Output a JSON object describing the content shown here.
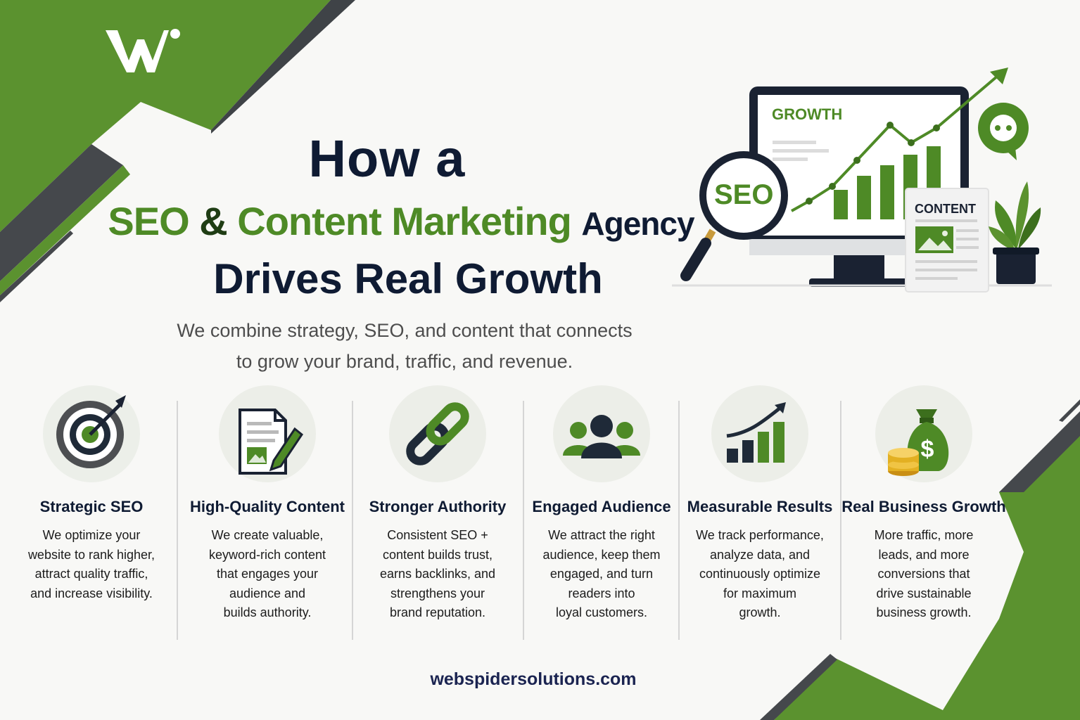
{
  "brand": {
    "logo_mark": "W"
  },
  "headline": {
    "line1": "How a",
    "line2_seo": "SEO",
    "line2_amp": "&",
    "line2_content": "Content Marketing",
    "line2_agency": "Agency",
    "line3": "Drives Real Growth"
  },
  "subtitle": {
    "line1": "We combine strategy, SEO, and content that connects",
    "line2": "to grow your brand, traffic, and revenue."
  },
  "illustration": {
    "screen_title": "GROWTH",
    "magnifier_label": "SEO",
    "document_label": "CONTENT"
  },
  "features": [
    {
      "icon": "target-icon",
      "title": "Strategic SEO",
      "lines": [
        "We optimize your",
        "website to rank higher,",
        "attract quality traffic,",
        "and increase visibility."
      ]
    },
    {
      "icon": "document-pencil-icon",
      "title": "High-Quality Content",
      "lines": [
        "We create valuable,",
        "keyword-rich content",
        "that engages your",
        "audience and",
        "builds authority."
      ]
    },
    {
      "icon": "chain-link-icon",
      "title": "Stronger Authority",
      "lines": [
        "Consistent SEO +",
        "content builds trust,",
        "earns backlinks, and",
        "strengthens your",
        "brand reputation."
      ]
    },
    {
      "icon": "audience-icon",
      "title": "Engaged Audience",
      "lines": [
        "We attract the right",
        "audience, keep them",
        "engaged, and turn",
        "readers into",
        "loyal customers."
      ]
    },
    {
      "icon": "growth-chart-icon",
      "title": "Measurable Results",
      "lines": [
        "We track performance,",
        "analyze data, and",
        "continuously optimize",
        "for maximum",
        "growth."
      ]
    },
    {
      "icon": "money-bag-icon",
      "title": "Real Business Growth",
      "lines": [
        "More traffic, more",
        "leads, and more",
        "conversions that",
        "drive sustainable",
        "business growth."
      ]
    }
  ],
  "footer": {
    "website": "webspidersolutions.com"
  },
  "colors": {
    "brand_green": "#5b922f",
    "dark_navy": "#0f1b33",
    "gray": "#4d4d4d",
    "gold": "#e3b022"
  }
}
